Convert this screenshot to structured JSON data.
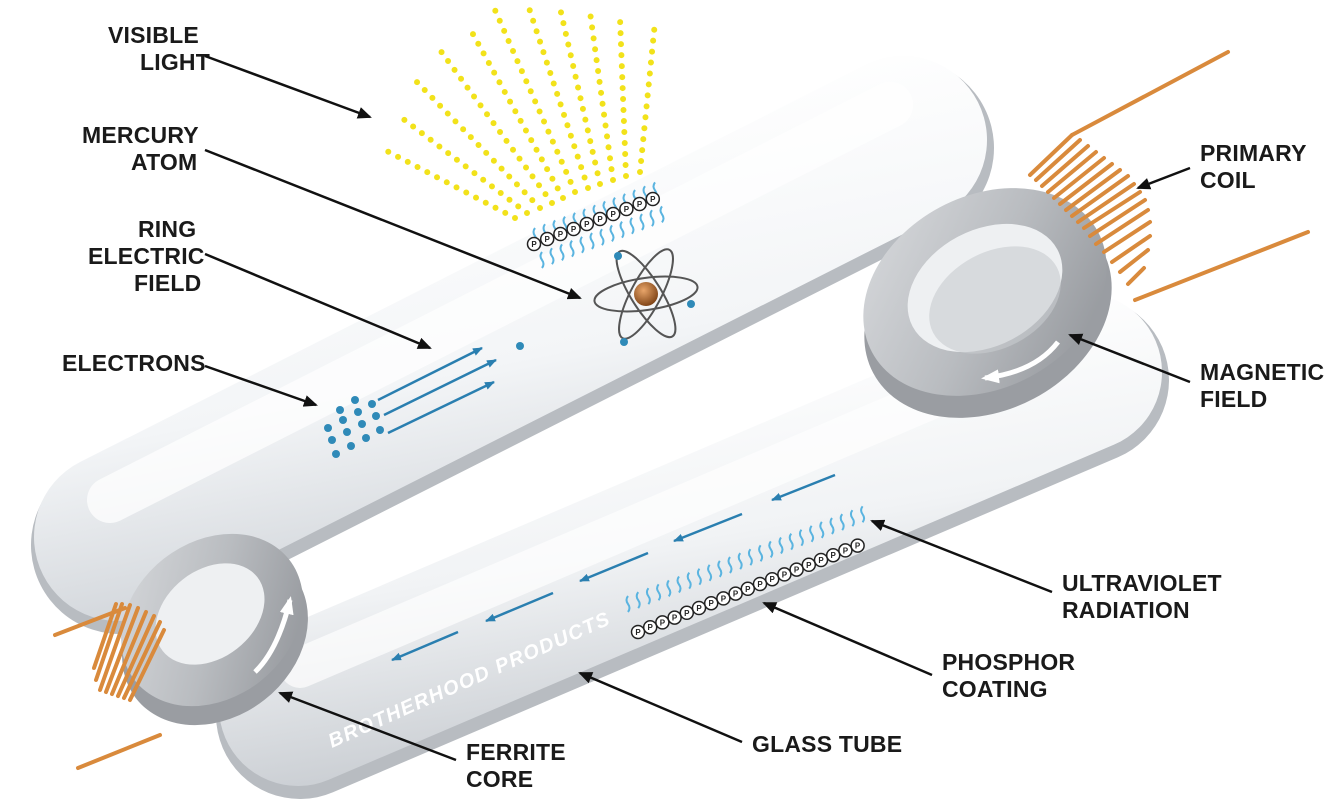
{
  "labels": {
    "visible_light": [
      "VISIBLE",
      "LIGHT"
    ],
    "mercury_atom": [
      "MERCURY",
      "ATOM"
    ],
    "ring_electric_field": [
      "RING",
      "ELECTRIC",
      "FIELD"
    ],
    "electrons": [
      "ELECTRONS"
    ],
    "primary_coil": [
      "PRIMARY",
      "COIL"
    ],
    "magnetic_field": [
      "MAGNETIC",
      "FIELD"
    ],
    "ultraviolet_radiation": [
      "ULTRAVIOLET",
      "RADIATION"
    ],
    "phosphor_coating": [
      "PHOSPHOR",
      "COATING"
    ],
    "glass_tube": [
      "GLASS TUBE"
    ],
    "ferrite_core": [
      "FERRITE",
      "CORE"
    ]
  },
  "watermark": "BROTHERHOOD PRODUCTS",
  "phosphor_letter": "P",
  "colors": {
    "light_rays": "#f2e21a",
    "uv_wave": "#5ab4e0",
    "electron": "#2f8ab8",
    "arrow_blue": "#2a7fb0",
    "copper": "#d98a3c",
    "atom_nucleus": "#a05a22",
    "leader": "#111111"
  }
}
